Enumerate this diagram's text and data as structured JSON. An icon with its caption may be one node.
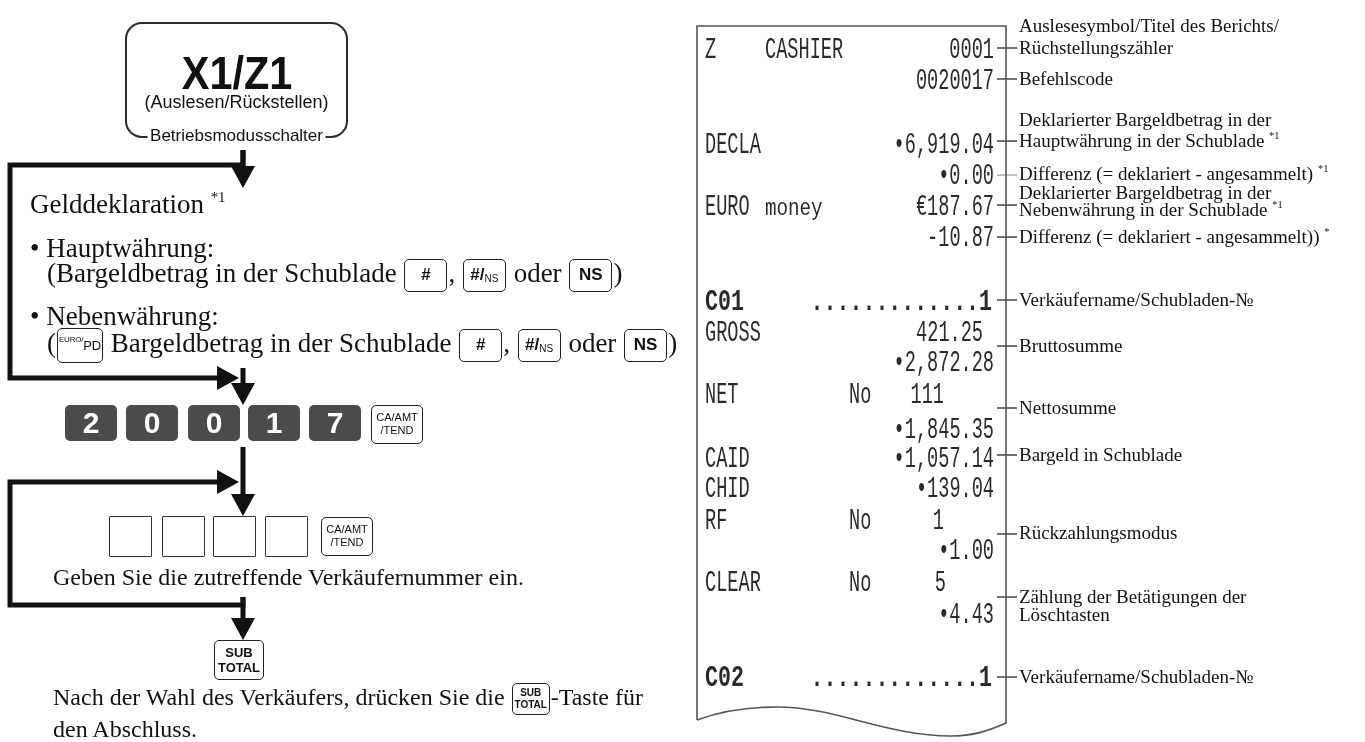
{
  "diagram": {
    "nodes": [
      {
        "text": [
          "X1/Z1",
          "(Auslesen/Rückstellen)",
          "Betriebsmodusschalter"
        ]
      },
      {
        "text": [
          "Gelddeklaration $^{*1}$",
          "• Hauptwährung:",
          "(Bargeldbetrag in der Schublade",
          "#",
          ",",
          "#/$_{NS}$",
          "oder",
          "NS",
          ")",
          "• Nebenwährung:",
          "(",
          "EURO/$_{PD}$",
          "Bargeldbetrag in der Schublade",
          "#",
          ",",
          "#/$_{NS}$",
          "oder",
          "NS",
          ")"
        ]
      },
      {
        "text": [
          "2",
          "0",
          "0",
          "1",
          "7",
          "CA/AMT /TEND"
        ]
      },
      {
        "text": [
          "CA/AMT /TEND",
          "Geben Sie die zutreffende Verkäufernummer ein."
        ]
      },
      {
        "text": [
          "SUB TOTAL",
          "Nach der Wahl des Verkäufers, drücken Sie die",
          "SUB TOTAL",
          "-Taste für den Abschluss."
        ]
      },
      {
        "text": [
          "Z",
          "CASHIER",
          "0001",
          "0020017",
          "DECLA",
          "•6,919.04",
          "•0.00",
          "EURO",
          "money",
          "€187.67",
          "-10.87",
          "C01",
          ".............1",
          "GROSS",
          "421.25",
          "•2,872.28",
          "NET",
          "No",
          "111",
          "•1,845.35",
          "CAID",
          "•1,057.14",
          "CHID",
          "•139.04",
          "RF",
          "No",
          "1",
          "•1.00",
          "CLEAR",
          "No",
          "5",
          "•4.43",
          "C02",
          ".............1"
        ]
      },
      {
        "text": [
          "Auslesesymbol/Titel des Berichts/ Rüchstellungszähler"
        ]
      },
      {
        "text": [
          "Befehlscode"
        ]
      },
      {
        "text": [
          "Deklarierter Bargeldbetrag in der Hauptwährung in der Schublade $^{*1}$"
        ]
      },
      {
        "text": [
          "Differenz (= deklariert - angesammelt) $^{*1}$"
        ]
      },
      {
        "text": [
          "Deklarierter Bargeldbetrag in der Nebenwährung in der Schublade $^{*1}$"
        ]
      },
      {
        "text": [
          "Differenz (= deklariert - angesammelt)) $^{*}$"
        ]
      },
      {
        "text": [
          "Verkäufername/Schubladen-№"
        ]
      },
      {
        "text": [
          "Bruttosumme"
        ]
      },
      {
        "text": [
          "Nettosumme"
        ]
      },
      {
        "text": [
          "Bargeld in Schublade"
        ]
      },
      {
        "text": [
          "Rückzahlungsmodus"
        ]
      },
      {
        "text": [
          "Zählung der Betätigungen der Löschtasten"
        ]
      },
      {
        "text": [
          "Verkäufername/Schubladen-№"
        ]
      }
    ],
    "edges": [
      {
        "from": 0,
        "to": 1,
        "arrow": "to",
        "style": "thick"
      },
      {
        "from": 1,
        "to": 2,
        "arrow": "to",
        "style": "thick"
      },
      {
        "from": 0,
        "to": 2,
        "arrow": "to",
        "style": "thick"
      },
      {
        "from": 2,
        "to": 3,
        "arrow": "to",
        "style": "thick"
      },
      {
        "from": 3,
        "to": 3,
        "arrow": "to",
        "style": "thick"
      },
      {
        "from": 3,
        "to": 4,
        "arrow": "to",
        "style": "thick"
      },
      {
        "from": 6,
        "to": 5,
        "arrow": "none"
      },
      {
        "from": 7,
        "to": 5,
        "arrow": "none"
      },
      {
        "from": 8,
        "to": 5,
        "arrow": "none"
      },
      {
        "from": 9,
        "to": 5,
        "arrow": "none",
        "color": "#999999"
      },
      {
        "from": 10,
        "to": 5,
        "arrow": "none"
      },
      {
        "from": 11,
        "to": 5,
        "arrow": "none"
      },
      {
        "from": 12,
        "to": 5,
        "arrow": "none"
      },
      {
        "from": 13,
        "to": 5,
        "arrow": "none"
      },
      {
        "from": 14,
        "to": 5,
        "arrow": "none"
      },
      {
        "from": 15,
        "to": 5,
        "arrow": "none"
      },
      {
        "from": 16,
        "to": 5,
        "arrow": "none"
      },
      {
        "from": 17,
        "to": 5,
        "arrow": "none"
      },
      {
        "from": 18,
        "to": 5,
        "arrow": "none"
      }
    ]
  }
}
